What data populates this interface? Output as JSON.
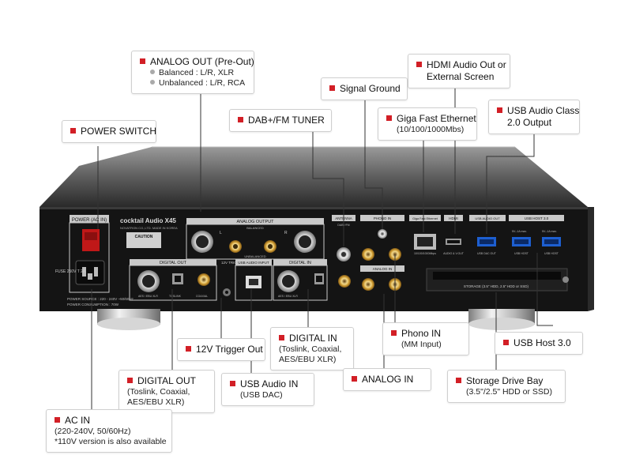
{
  "device": {
    "brand": "cocktail Audio X45",
    "maker_line": "NOVATRON CO.,LTD. MADE IN KOREA",
    "power_in_label": "POWER (AC IN)",
    "fuse_label": "FUSE 250V T 2A",
    "power_source": "POWER SOURCE : 220 - 240V ~50/60Hz",
    "power_consumption": "POWER CONSUMPTION : 70W",
    "caution_label": "CAUTION",
    "analog_output_label": "ANALOG OUTPUT",
    "balanced_label": "BALANCED",
    "unbalanced_label": "UNBALANCED",
    "digital_out_label": "DIGITAL OUT",
    "trigger_label": "12V TRIGGER",
    "usb_audio_input_label": "USB AUDIO INPUT",
    "digital_in_label": "DIGITAL IN",
    "antenna_label": "ANTENNA",
    "antenna_sub": "DAB+/FM",
    "phono_in_label": "PHONO IN",
    "giga_label": "Giga Fast Ethernet",
    "hdmi_label": "HDMI",
    "usb_audio_out_label": "USB AUDIO OUT",
    "usb_host_label": "USB HOST 3.0",
    "usb_max_left": "5V--1A max.",
    "usb_max_right": "5V--1A max.",
    "analog_in_label": "ANALOG IN",
    "storage_label": "STORAGE (3.5\" HDD, 2.5\" HDD or SSD)",
    "xlr_left": "L",
    "xlr_right": "R",
    "aes_ebu_left": "AES / EBU XLR",
    "aes_ebu_right": "AES / EBU XLR",
    "toslink": "TOSLINK",
    "coaxial": "COAXIAL",
    "giga_port_sub": "10/100/1000Mbps",
    "usb_host_port": "USB HOST",
    "usb_dac_out": "USB DAC OUT",
    "hdmi_port_sub": "AUDIO & V.OUT"
  },
  "callouts": {
    "analog_out": {
      "title": "ANALOG OUT (Pre-Out)",
      "balanced": "Balanced : L/R, XLR",
      "unbalanced": "Unbalanced : L/R, RCA"
    },
    "hdmi": {
      "line1": "HDMI Audio Out or",
      "line2": "External Screen"
    },
    "signal_ground": {
      "title": "Signal Ground"
    },
    "giga_ethernet": {
      "line1": "Giga Fast Ethernet",
      "line2": "(10/100/1000Mbs)"
    },
    "usb_audio_class": {
      "line1": "USB Audio Class",
      "line2": "2.0 Output"
    },
    "dab_fm": {
      "title": "DAB+/FM TUNER"
    },
    "power_switch": {
      "title": "POWER SWITCH"
    },
    "trigger_out": {
      "title": "12V Trigger Out"
    },
    "digital_in": {
      "title": "DIGITAL IN",
      "line1": "(Toslink, Coaxial,",
      "line2": "AES/EBU XLR)"
    },
    "phono_in": {
      "title": "Phono IN",
      "line1": "(MM Input)"
    },
    "usb_host": {
      "title": "USB Host 3.0"
    },
    "digital_out": {
      "title": "DIGITAL OUT",
      "line1": "(Toslink, Coaxial,",
      "line2": "AES/EBU XLR)"
    },
    "usb_audio_in": {
      "title": "USB Audio IN",
      "line1": "(USB DAC)"
    },
    "analog_in": {
      "title": "ANALOG IN"
    },
    "storage": {
      "title": "Storage Drive Bay",
      "line1": "(3.5\"/2.5\" HDD or SSD)"
    },
    "ac_in": {
      "title": "AC IN",
      "line1": "(220-240V, 50/60Hz)",
      "line2": "*110V version is also available"
    }
  },
  "colors": {
    "accent_red": "#d21f26",
    "chassis_dark": "#141414",
    "label_silver": "#c9c9c9",
    "gold": "#d2a53c",
    "usb_blue": "#1d5fd1"
  }
}
